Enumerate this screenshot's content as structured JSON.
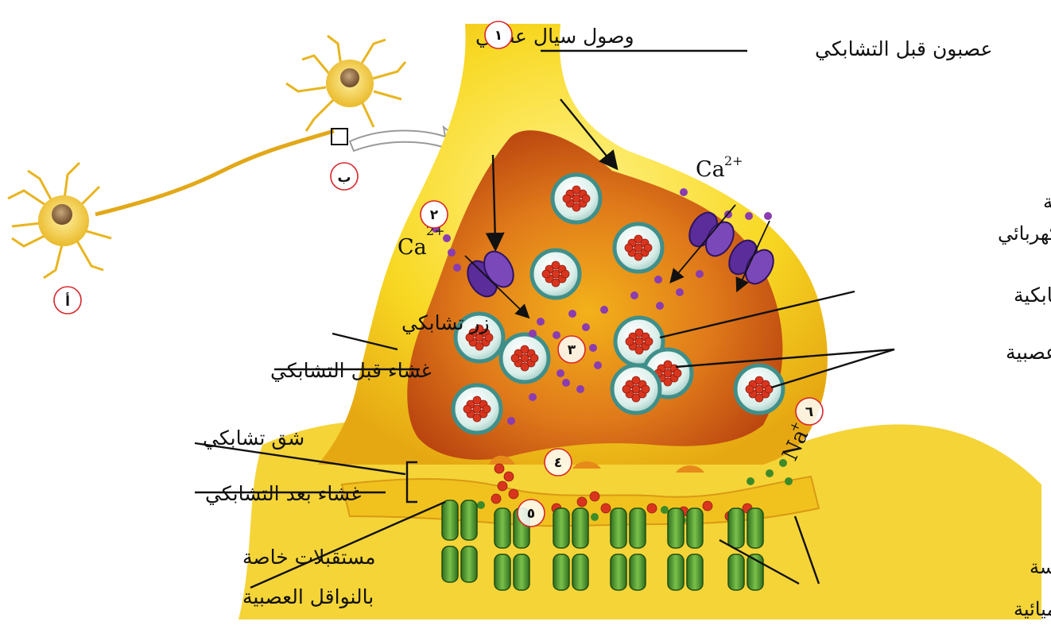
{
  "labels": {
    "arrival": "وصول سيال عصبي",
    "presynaptic_neuron": "عصبون قبل التشابكي",
    "calcium_channel_line1": "قناة أيونات الكالسيوم الحساسة",
    "calcium_channel_line2": "لفرق الجهد الكهربائي",
    "synaptic_vesicle": "حويصلة تشابكية",
    "neurotransmitters": "نواقل عصبية",
    "synaptic_knob": "زر تشابكي",
    "presynaptic_membrane": "غشاء قبل التشابكي",
    "synaptic_cleft": "شق تشابكي",
    "postsynaptic_membrane": "غشاء بعد التشابكي",
    "receptors_line1": "مستقبلات خاصة",
    "receptors_line2": "بالنواقل العصبية",
    "chem_channels_line1": "قنوات أيونات حساسة",
    "chem_channels_line2": "للنواقل الكيميائية"
  },
  "markers": {
    "m1": "١",
    "m2": "٢",
    "m3": "٣",
    "m4": "٤",
    "m5": "٥",
    "m6": "٦",
    "a": "أ",
    "b": "ب"
  },
  "ions": {
    "calcium": "Ca",
    "calcium_charge": "2+",
    "sodium": "Na",
    "sodium_charge": "+"
  },
  "colors": {
    "neuron_yellow": "#f6d21c",
    "terminal_inner": "#d9601a",
    "vesicle_rim": "#3f8f8a",
    "transmitter": "#d9351e",
    "calcium_ion": "#8a3cb0",
    "channel_purple": "#5a2d9a",
    "receptor_green": "#3d8a2a",
    "marker_ring": "#d8262a"
  }
}
